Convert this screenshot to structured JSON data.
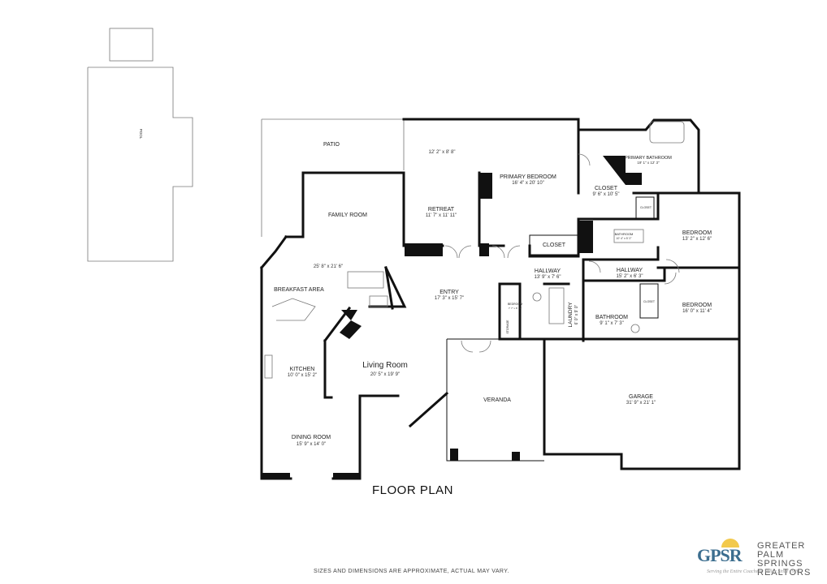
{
  "title": "FLOOR PLAN",
  "disclaimer": "SIZES AND DIMENSIONS ARE APPROXIMATE, ACTUAL MAY VARY.",
  "rooms": {
    "pool": {
      "label": "POOL"
    },
    "patio": {
      "label": "PATIO"
    },
    "family_room": {
      "label": "FAMILY ROOM",
      "dims": "25' 8\" x 21' 6\""
    },
    "breakfast_area": {
      "label": "BREAKFAST AREA"
    },
    "kitchen": {
      "label": "KITCHEN",
      "dims": "10' 0\" x 15' 2\""
    },
    "dining_room": {
      "label": "DINING ROOM",
      "dims": "15' 9\" x 14' 0\""
    },
    "living_room": {
      "label": "Living Room",
      "dims": "20' 5\" x 19' 9\""
    },
    "retreat": {
      "label": "RETREAT",
      "dims": "11' 7\" x 11' 11\""
    },
    "retreat_nook": {
      "dims": "12' 2\" x 8' 8\""
    },
    "primary_bedroom": {
      "label": "PRIMARY BEDROOM",
      "dims": "16' 4\" x 20' 10\""
    },
    "primary_bathroom": {
      "label": "PRIMARY BATHROOM",
      "dims": "19' 1\" x 12' 3\""
    },
    "closet_main": {
      "label": "CLOSET",
      "dims": "9' 6\" x 10' 5\""
    },
    "closet_small": {
      "label": "CLOSET"
    },
    "closet_tiny_1": {
      "label": "CLOSET"
    },
    "closet_tiny_2": {
      "label": "CLOSET"
    },
    "entry": {
      "label": "ENTRY",
      "dims": "17' 3\" x 15' 7\""
    },
    "hallway_1": {
      "label": "HALLWAY",
      "dims": "13' 9\" x 7' 6\""
    },
    "hallway_2": {
      "label": "HALLWAY",
      "dims": "15' 2\" x 6' 3\""
    },
    "bathroom_small": {
      "label": "BATHROOM",
      "dims": "10' 4\" x 5' 2\""
    },
    "bedroom_1": {
      "label": "BEDROOM",
      "dims": "13' 2\" x 12' 6\""
    },
    "bedroom_2": {
      "label": "BEDROOM",
      "dims": "16' 0\" x 11' 4\""
    },
    "bathroom_2": {
      "label": "BATHROOM",
      "dims": "9' 1\" x 7' 3\""
    },
    "bedroom_tiny": {
      "label": "BEDROOM",
      "dims": "7' 7\" x 8' 11\""
    },
    "storage": {
      "label": "STORAGE"
    },
    "laundry": {
      "label": "LAUNDRY",
      "dims": "6' 0\" x 9' 0\""
    },
    "veranda": {
      "label": "VERANDA"
    },
    "garage": {
      "label": "GARAGE",
      "dims": "31' 9\" x 21' 1\""
    }
  },
  "logo": {
    "mark": "GPSR",
    "line1": "GREATER",
    "line2": "PALM SPRINGS",
    "line3": "REALTORS",
    "tagline": "Serving the Entire Coachella Valley Since 1920",
    "sun_color": "#f2c94c",
    "brand_color": "#3c6e8f"
  }
}
